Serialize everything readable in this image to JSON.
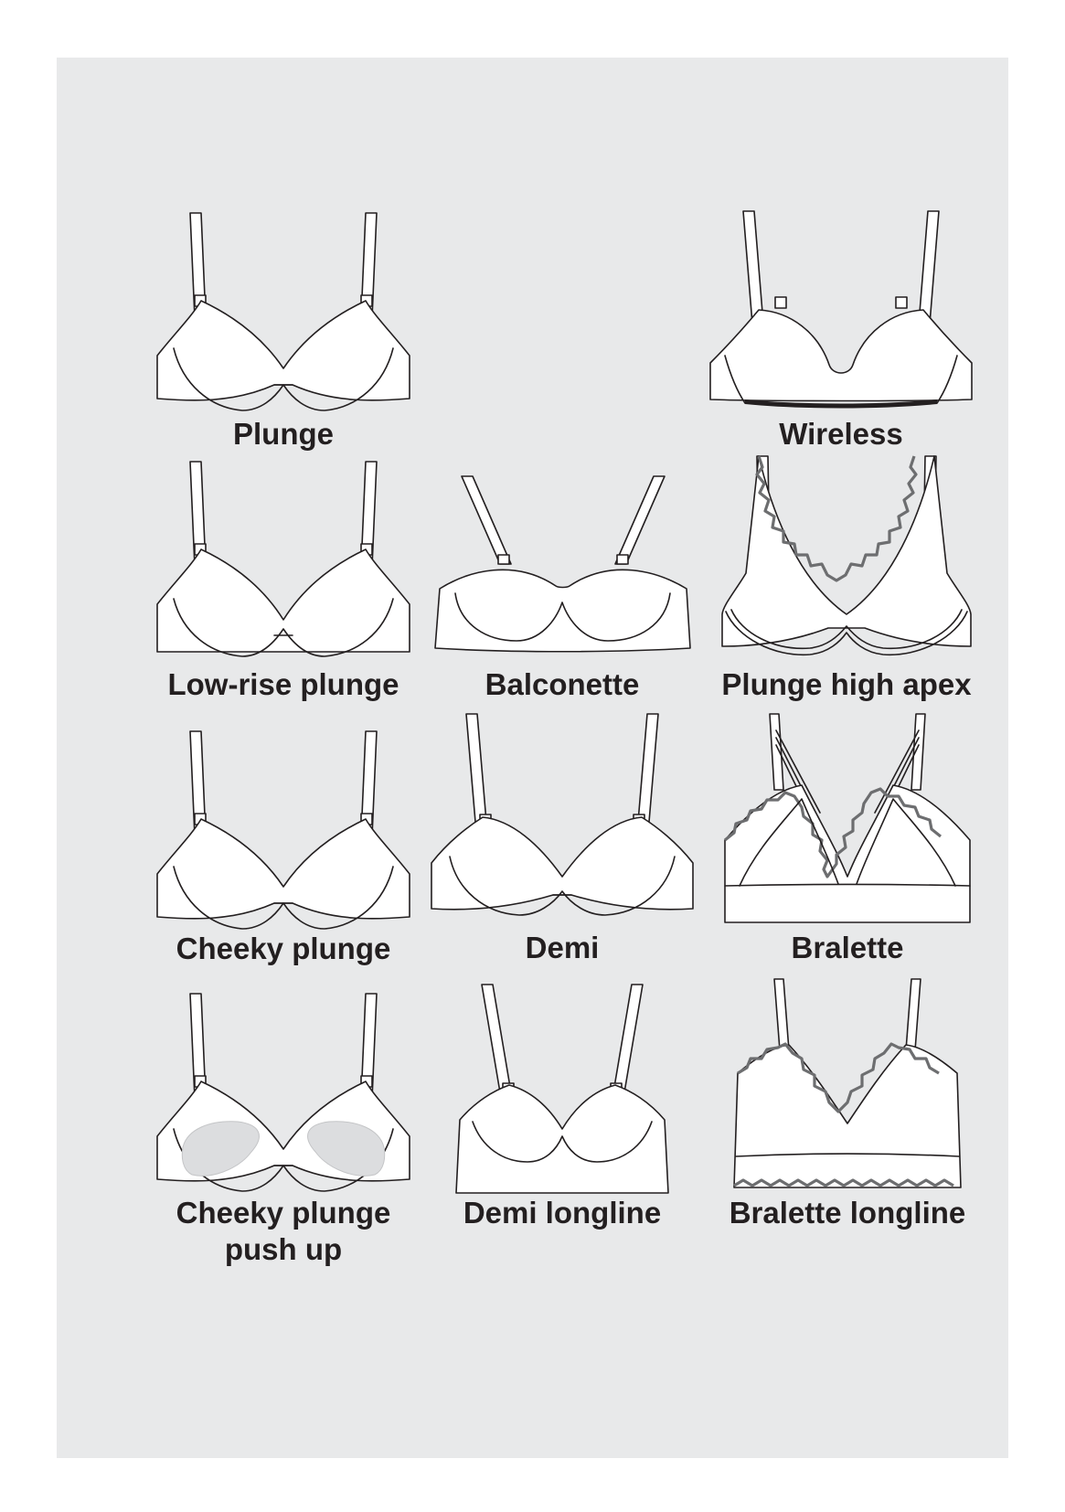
{
  "items": [
    {
      "id": "plunge",
      "label": "Plunge",
      "icon": "plunge-bra-icon"
    },
    {
      "id": "wireless",
      "label": "Wireless",
      "icon": "wireless-bra-icon"
    },
    {
      "id": "low-rise-plunge",
      "label": "Low-rise plunge",
      "icon": "low-rise-plunge-bra-icon"
    },
    {
      "id": "balconette",
      "label": "Balconette",
      "icon": "balconette-bra-icon"
    },
    {
      "id": "plunge-high-apex",
      "label": "Plunge high apex",
      "icon": "plunge-high-apex-bra-icon"
    },
    {
      "id": "cheeky-plunge",
      "label": "Cheeky plunge",
      "icon": "cheeky-plunge-bra-icon"
    },
    {
      "id": "demi",
      "label": "Demi",
      "icon": "demi-bra-icon"
    },
    {
      "id": "bralette",
      "label": "Bralette",
      "icon": "bralette-icon"
    },
    {
      "id": "cheeky-plunge-push-up",
      "label": "Cheeky plunge",
      "label_line2": "push up",
      "icon": "cheeky-plunge-push-up-bra-icon"
    },
    {
      "id": "demi-longline",
      "label": "Demi longline",
      "icon": "demi-longline-bra-icon"
    },
    {
      "id": "bralette-longline",
      "label": "Bralette longline",
      "icon": "bralette-longline-icon"
    }
  ],
  "colors": {
    "panel_background": "#e8e9ea",
    "line": "#231f20",
    "lace": "#6d6e70",
    "pad": "#dcdddf"
  }
}
